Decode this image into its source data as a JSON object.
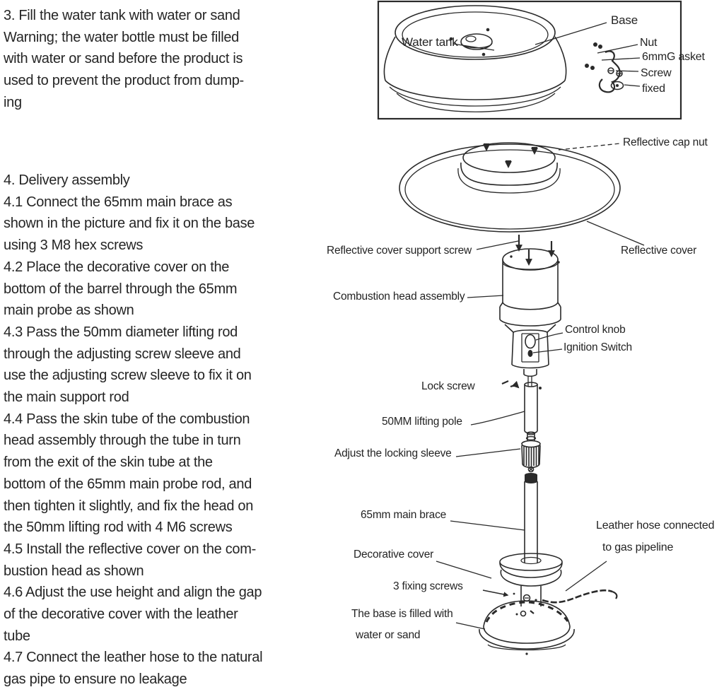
{
  "page": {
    "background": "#ffffff",
    "ink": "#1f1f1f"
  },
  "instructions": {
    "section3": "3. Fill the water tank with water or sand\nWarning; the water bottle must be filled\nwith water or sand before the product is\nused to prevent the product from dump-\ning",
    "section4": "4. Delivery assembly\n4.1 Connect the 65mm main brace as\nshown in the picture and fix it on the base\nusing 3 M8 hex screws\n4.2 Place the decorative cover on the\nbottom of the barrel through the 65mm\nmain probe as shown\n4.3 Pass the 50mm diameter lifting rod\nthrough the adjusting screw sleeve and\nuse the adjusting screw sleeve to fix it on\nthe main support rod\n4.4 Pass the skin tube of the combustion\nhead assembly through the tube in turn\nfrom the exit of the skin tube at the\nbottom of the 65mm main probe rod, and\nthen tighten it slightly, and fix the head on\nthe 50mm lifting rod with 4 M6 screws\n4.5 Install the reflective cover on the com-\nbustion head as shown\n4.6 Adjust the use height and align the gap\nof the decorative cover with the leather\ntube\n4.7 Connect the leather hose to the natural\ngas pipe to ensure no leakage"
  },
  "inset_diagram": {
    "water_tank": "Water tank",
    "base": "Base",
    "nut": "Nut",
    "gasket": "6mmG asket",
    "screw": "Screw",
    "fixed": "fixed"
  },
  "assembly_diagram": {
    "reflective_cap_nut": "Reflective cap nut",
    "reflective_cover_support_screw": "Reflective cover support screw",
    "reflective_cover": "Reflective cover",
    "combustion_head_assembly": "Combustion head assembly",
    "control_knob": "Control knob",
    "ignition_switch": "Ignition Switch",
    "lock_screw": "Lock screw",
    "lifting_pole": "50MM lifting pole",
    "locking_sleeve": "Adjust the locking sleeve",
    "main_brace": "65mm main brace",
    "leather_hose_line1": "Leather hose connected",
    "leather_hose_line2": "to gas pipeline",
    "decorative_cover": "Decorative cover",
    "fixing_screws": "3 fixing screws",
    "base_filled_line1": "The base is filled with",
    "base_filled_line2": "water or sand"
  }
}
